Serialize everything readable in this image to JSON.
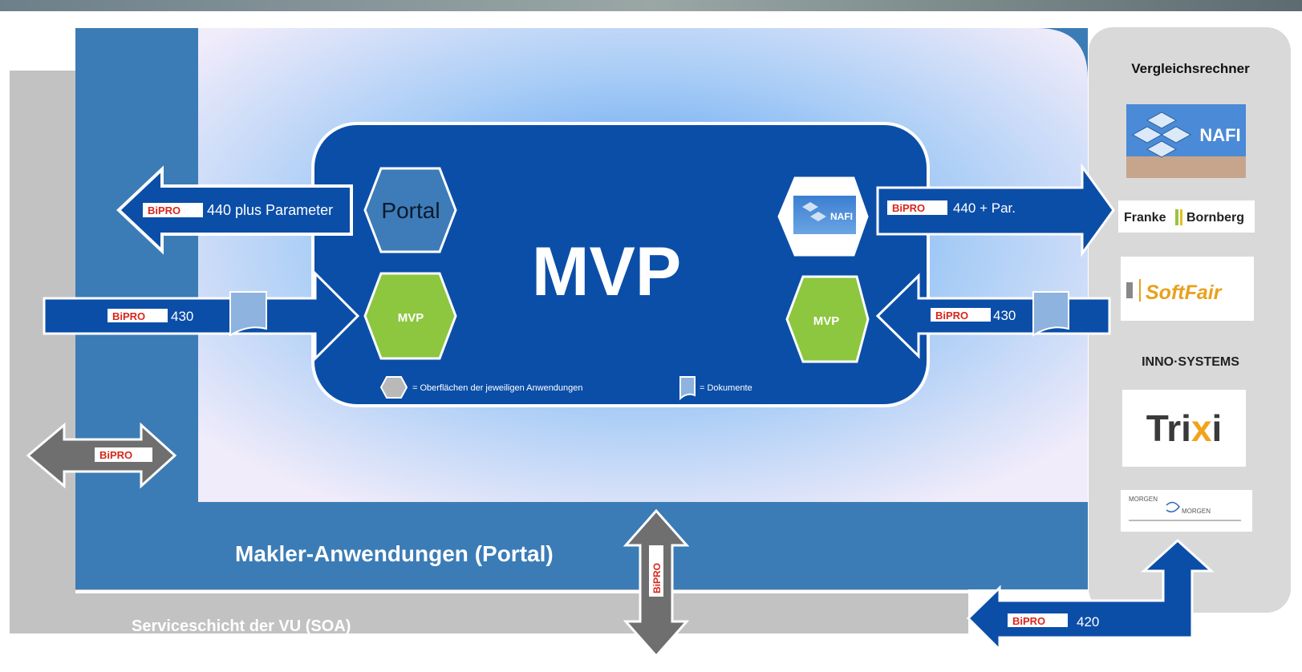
{
  "center": {
    "title": "MVP",
    "left_top_hex": "Portal",
    "left_bottom_hex": "MVP",
    "right_bottom_hex": "MVP",
    "right_top_hex_logo": "NAFI",
    "legend_surfaces": "= Oberflächen der jeweiligen Anwendungen",
    "legend_documents": "= Dokumente"
  },
  "arrows": {
    "badge": "BiPRO",
    "left_top": "440 plus Parameter",
    "left_mid": "430",
    "right_top": "440 + Par.",
    "right_mid": "430",
    "bottom_right": "420"
  },
  "layers": {
    "portal": "Makler-Anwendungen (Portal)",
    "soa": "Serviceschicht der VU (SOA)"
  },
  "sidebar": {
    "title": "Vergleichsrechner",
    "providers": {
      "nafi": "NAFI",
      "franke_a": "Franke",
      "franke_b": "Bornberg",
      "softfair": "SoftFair",
      "inno": "INNO·SYSTEMS",
      "trixi_a": "Tri",
      "trixi_x": "x",
      "trixi_b": "i",
      "morgen_a": "MORGEN",
      "morgen_b": "MORGEN"
    }
  },
  "colors": {
    "dark_blue": "#0a4ca8",
    "mid_blue": "#3a7bb5",
    "green": "#8dc63f",
    "gray": "#c0c0c0",
    "arrow_gray": "#707070",
    "bipro_red": "#d9261c"
  }
}
